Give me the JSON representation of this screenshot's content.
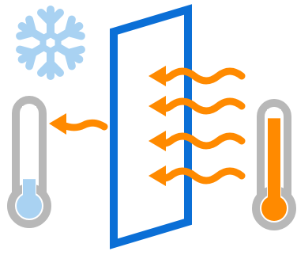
{
  "colors": {
    "snowflake": "#a9d2f2",
    "panel": "#0b6fd6",
    "heat": "#ff8a00",
    "thermometer_outline": "#b8b8b8",
    "cold_fill": "#a9d2f2",
    "hot_fill": "#ff8a00",
    "background": "#ffffff"
  },
  "icons": {
    "snowflake": "snowflake-icon",
    "panel": "insulation-panel-icon",
    "cold_thermometer": "thermometer-cold-icon",
    "hot_thermometer": "thermometer-hot-icon",
    "heat_waves": "heat-wave-arrow-icon",
    "escaping_heat": "heat-arrow-icon"
  },
  "heat_wave_count": 4,
  "cold_level": 0.28,
  "hot_level": 0.88
}
